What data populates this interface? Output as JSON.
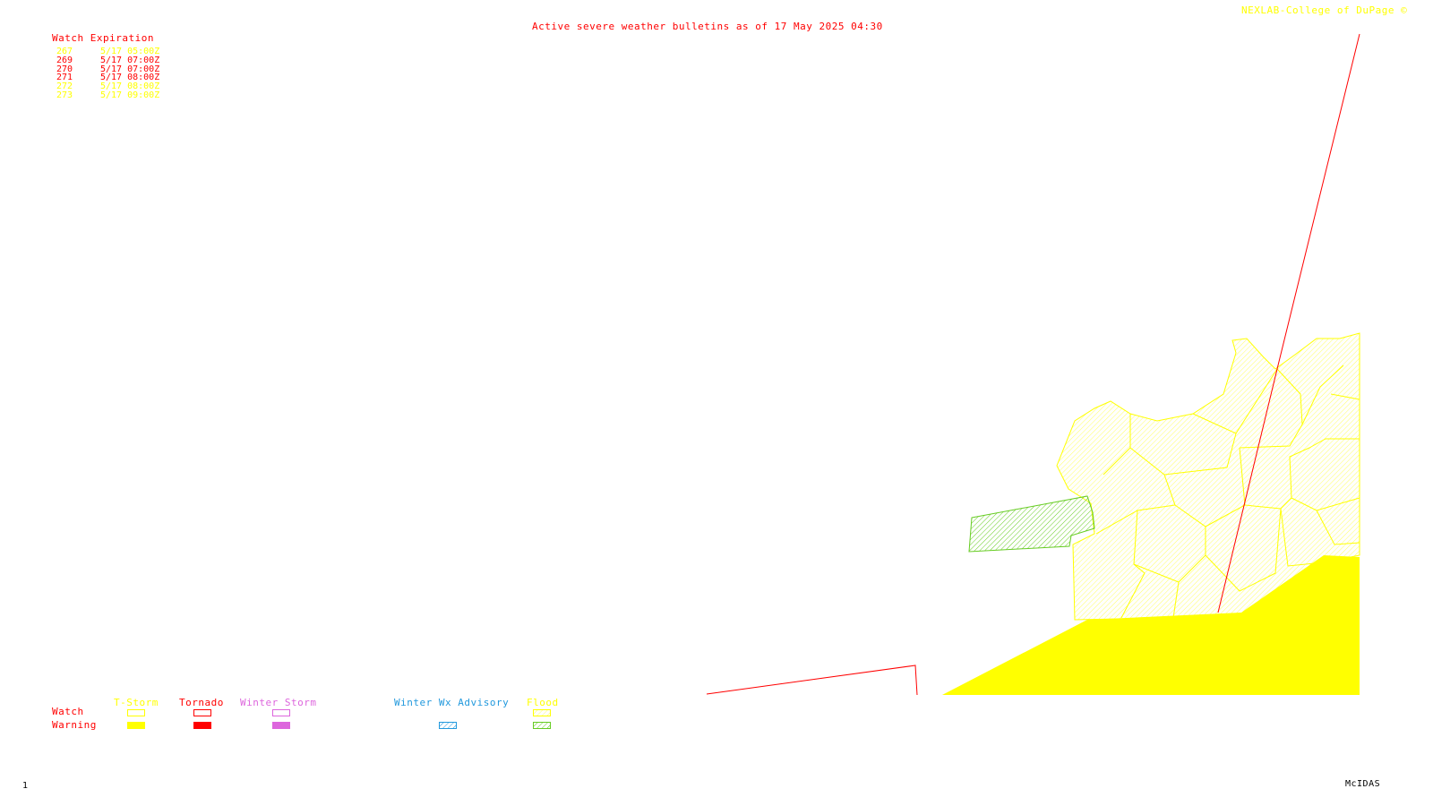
{
  "header": {
    "title": "Active severe weather bulletins as of 17 May 2025 04:30",
    "credit": "NEXLAB-College of DuPage ©"
  },
  "watch_expiration": {
    "heading": "Watch Expiration",
    "rows": [
      {
        "id": "267",
        "time": "5/17 05:00Z",
        "color": "#ffff00"
      },
      {
        "id": "269",
        "time": "5/17 07:00Z",
        "color": "#ff0000"
      },
      {
        "id": "270",
        "time": "5/17 07:00Z",
        "color": "#ff0000"
      },
      {
        "id": "271",
        "time": "5/17 08:00Z",
        "color": "#ff0000"
      },
      {
        "id": "272",
        "time": "5/17 08:00Z",
        "color": "#ffff00"
      },
      {
        "id": "273",
        "time": "5/17 09:00Z",
        "color": "#ffff00"
      }
    ]
  },
  "legend": {
    "row_watch": "Watch",
    "row_warning": "Warning",
    "columns": [
      {
        "label": "T-Storm",
        "color": "#ffff00"
      },
      {
        "label": "Tornado",
        "color": "#ff0000"
      },
      {
        "label": "Winter Storm",
        "color": "#dd66dd"
      },
      {
        "label": "Winter Wx Advisory",
        "color": "#2299dd"
      },
      {
        "label": "Flood",
        "color": "#66cc22"
      }
    ]
  },
  "footer": {
    "frame": "1",
    "software": "McIDAS"
  },
  "colors": {
    "tstorm": "#ffff00",
    "tornado": "#ff0000",
    "flood": "#66cc22",
    "winter_storm": "#dd66dd",
    "winter_advisory": "#2299dd"
  }
}
